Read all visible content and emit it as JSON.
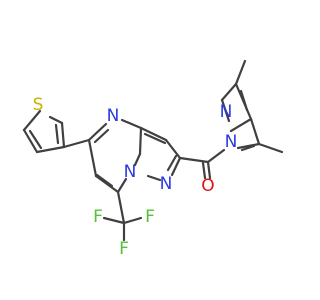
{
  "molecule": {
    "atoms": [
      {
        "id": "S1",
        "symbol": "S",
        "color": "#c8b400"
      },
      {
        "id": "N1",
        "symbol": "N",
        "color": "#2a3ae0"
      },
      {
        "id": "N2",
        "symbol": "N",
        "color": "#2a3ae0"
      },
      {
        "id": "N3",
        "symbol": "N",
        "color": "#2a3ae0"
      },
      {
        "id": "N4",
        "symbol": "N",
        "color": "#2a3ae0"
      },
      {
        "id": "N5",
        "symbol": "N",
        "color": "#2a3ae0"
      },
      {
        "id": "O1",
        "symbol": "O",
        "color": "#e01010"
      },
      {
        "id": "F1",
        "symbol": "F",
        "color": "#55c038"
      },
      {
        "id": "F2",
        "symbol": "F",
        "color": "#55c038"
      },
      {
        "id": "F3",
        "symbol": "F",
        "color": "#55c038"
      }
    ],
    "bond_color": "#404040"
  }
}
